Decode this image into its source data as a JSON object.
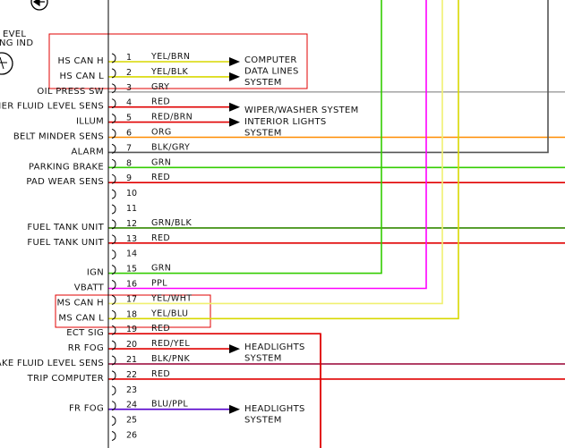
{
  "header": {
    "top_left_lines": [
      "EVEL",
      "NG IND"
    ]
  },
  "rows": [
    {
      "pin": "1",
      "label": "HS CAN H",
      "color_code": "YEL/BRN",
      "wire_color": "#d8d800"
    },
    {
      "pin": "2",
      "label": "HS CAN L",
      "color_code": "YEL/BLK",
      "wire_color": "#d8d800"
    },
    {
      "pin": "3",
      "label": "OIL PRESS SW",
      "color_code": "GRY",
      "wire_color": "#aaaaaa"
    },
    {
      "pin": "4",
      "label": "HER FLUID LEVEL SENS",
      "color_code": "RED",
      "wire_color": "#e00000"
    },
    {
      "pin": "5",
      "label": "ILLUM",
      "color_code": "RED/BRN",
      "wire_color": "#e00000"
    },
    {
      "pin": "6",
      "label": "BELT MINDER SENS",
      "color_code": "ORG",
      "wire_color": "#ff8c00"
    },
    {
      "pin": "7",
      "label": "ALARM",
      "color_code": "BLK/GRY",
      "wire_color": "#555555"
    },
    {
      "pin": "8",
      "label": "PARKING BRAKE",
      "color_code": "GRN",
      "wire_color": "#33cc00"
    },
    {
      "pin": "9",
      "label": "PAD WEAR SENS",
      "color_code": "RED",
      "wire_color": "#e00000"
    },
    {
      "pin": "10",
      "label": "",
      "color_code": "",
      "wire_color": ""
    },
    {
      "pin": "11",
      "label": "",
      "color_code": "",
      "wire_color": ""
    },
    {
      "pin": "12",
      "label": "FUEL TANK UNIT",
      "color_code": "GRN/BLK",
      "wire_color": "#338800"
    },
    {
      "pin": "13",
      "label": "FUEL TANK UNIT",
      "color_code": "RED",
      "wire_color": "#e00000"
    },
    {
      "pin": "14",
      "label": "",
      "color_code": "",
      "wire_color": ""
    },
    {
      "pin": "15",
      "label": "IGN",
      "color_code": "GRN",
      "wire_color": "#33cc00"
    },
    {
      "pin": "16",
      "label": "VBATT",
      "color_code": "PPL",
      "wire_color": "#ff00ff"
    },
    {
      "pin": "17",
      "label": "MS CAN H",
      "color_code": "YEL/WHT",
      "wire_color": "#f0f070"
    },
    {
      "pin": "18",
      "label": "MS CAN L",
      "color_code": "YEL/BLU",
      "wire_color": "#d8d800"
    },
    {
      "pin": "19",
      "label": "ECT SIG",
      "color_code": "RED",
      "wire_color": "#e00000"
    },
    {
      "pin": "20",
      "label": "RR FOG",
      "color_code": "RED/YEL",
      "wire_color": "#e00000"
    },
    {
      "pin": "21",
      "label": "AKE FLUID LEVEL SENS",
      "color_code": "BLK/PNK",
      "wire_color": "#990033"
    },
    {
      "pin": "22",
      "label": "TRIP COMPUTER",
      "color_code": "RED",
      "wire_color": "#e00000"
    },
    {
      "pin": "23",
      "label": "",
      "color_code": "",
      "wire_color": ""
    },
    {
      "pin": "24",
      "label": "FR FOG",
      "color_code": "BLU/PPL",
      "wire_color": "#5500cc"
    },
    {
      "pin": "25",
      "label": "",
      "color_code": "",
      "wire_color": ""
    },
    {
      "pin": "26",
      "label": "",
      "color_code": "",
      "wire_color": ""
    }
  ],
  "systems": [
    {
      "id": "computer-data-lines",
      "lines": [
        "COMPUTER",
        "DATA LINES",
        "SYSTEM"
      ]
    },
    {
      "id": "wiper-washer",
      "lines": [
        "WIPER/WASHER SYSTEM"
      ]
    },
    {
      "id": "interior-lights",
      "lines": [
        "INTERIOR LIGHTS",
        "SYSTEM"
      ]
    },
    {
      "id": "headlights-1",
      "lines": [
        "HEADLIGHTS",
        "SYSTEM"
      ]
    },
    {
      "id": "headlights-2",
      "lines": [
        "HEADLIGHTS",
        "SYSTEM"
      ]
    }
  ],
  "colors": {
    "highlight_box": "#e00000",
    "vertical_green": "#33cc00",
    "vertical_magenta": "#ff00ff",
    "vertical_yellow_light": "#f0f070",
    "vertical_yellow": "#d8d800",
    "vertical_red": "#e00000",
    "vertical_gray": "#555555"
  }
}
